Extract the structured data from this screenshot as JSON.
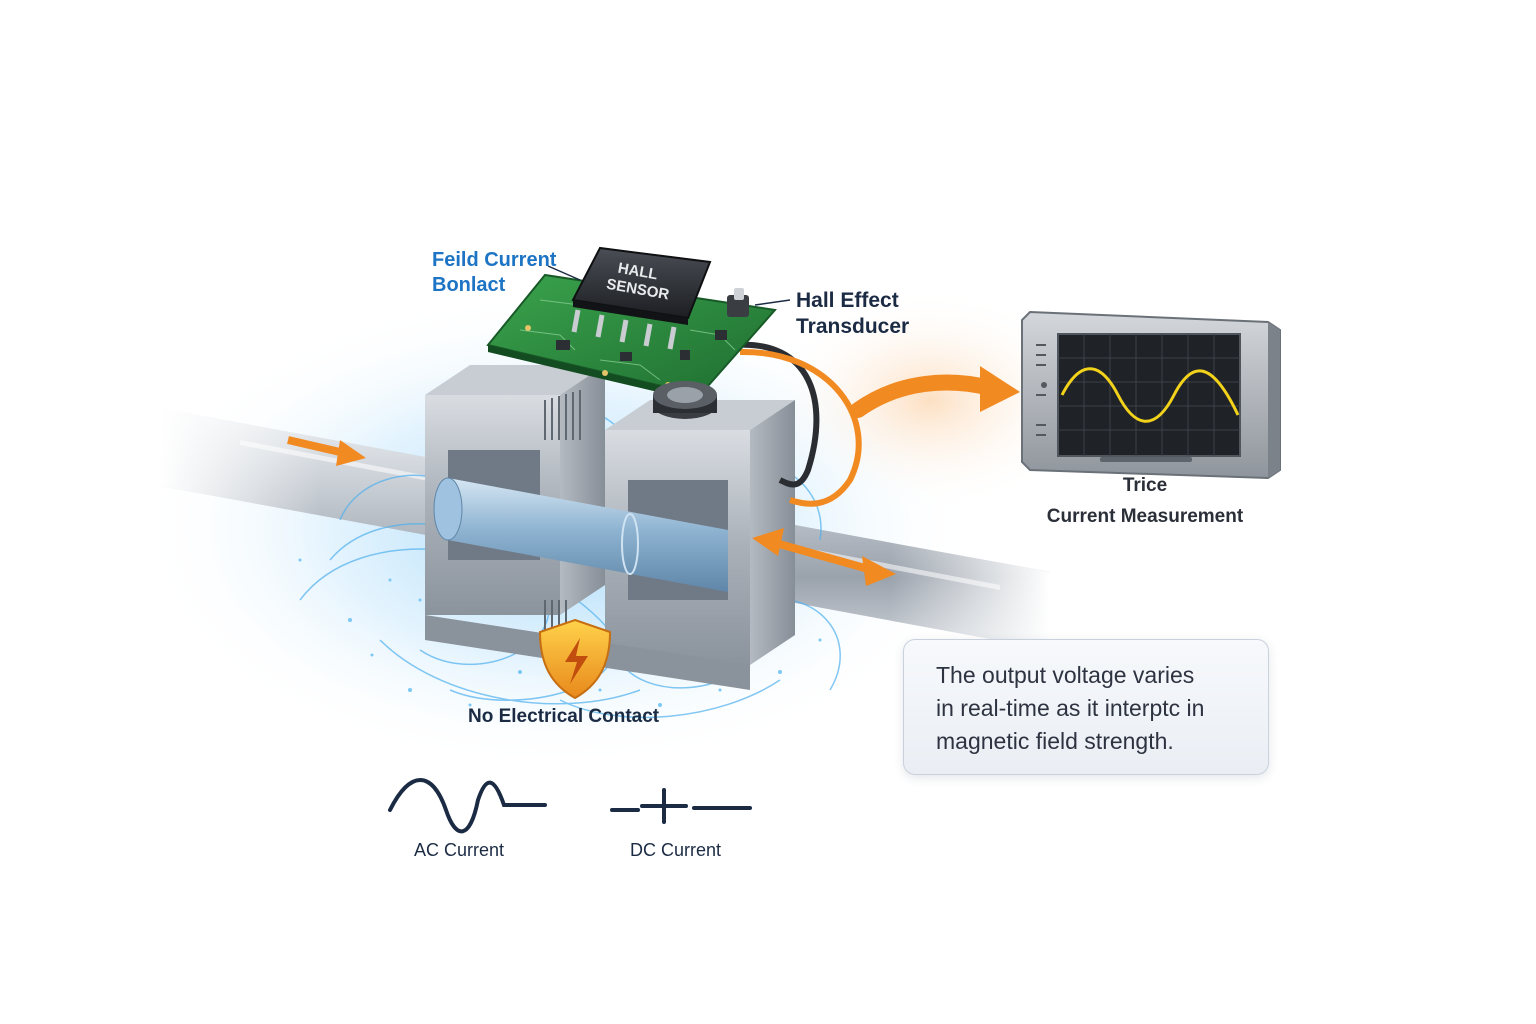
{
  "labels": {
    "field_current": [
      "Feild Current",
      "Bonlact"
    ],
    "hall_effect": [
      "Hall Effect",
      "Transducer"
    ],
    "chip_text": [
      "HALL",
      "SENSOR"
    ],
    "display_caption": [
      "Trice",
      "Current Measurement"
    ],
    "no_contact": "No Electrical Contact",
    "ac_current": "AC Current",
    "dc_current": "DC Current"
  },
  "note": {
    "lines": [
      "The output voltage varies",
      "in real-time as it interptc in",
      "magnetic field strength."
    ]
  },
  "icons": {
    "chip": "hall-sensor-chip-icon",
    "shield": "lightning-shield-icon",
    "ac_symbol": "ac-wave-icon",
    "dc_symbol": "dc-symbol-icon",
    "monitor": "oscilloscope-monitor-icon"
  },
  "colors": {
    "accent_orange": "#f28a22",
    "label_blue": "#1d74c4",
    "label_navy": "#1b2b44",
    "field_glow": "#57b7f2",
    "pcb_green": "#2d8a3e",
    "waveform": "#f2d21a",
    "screen_bg": "#1f2328"
  }
}
